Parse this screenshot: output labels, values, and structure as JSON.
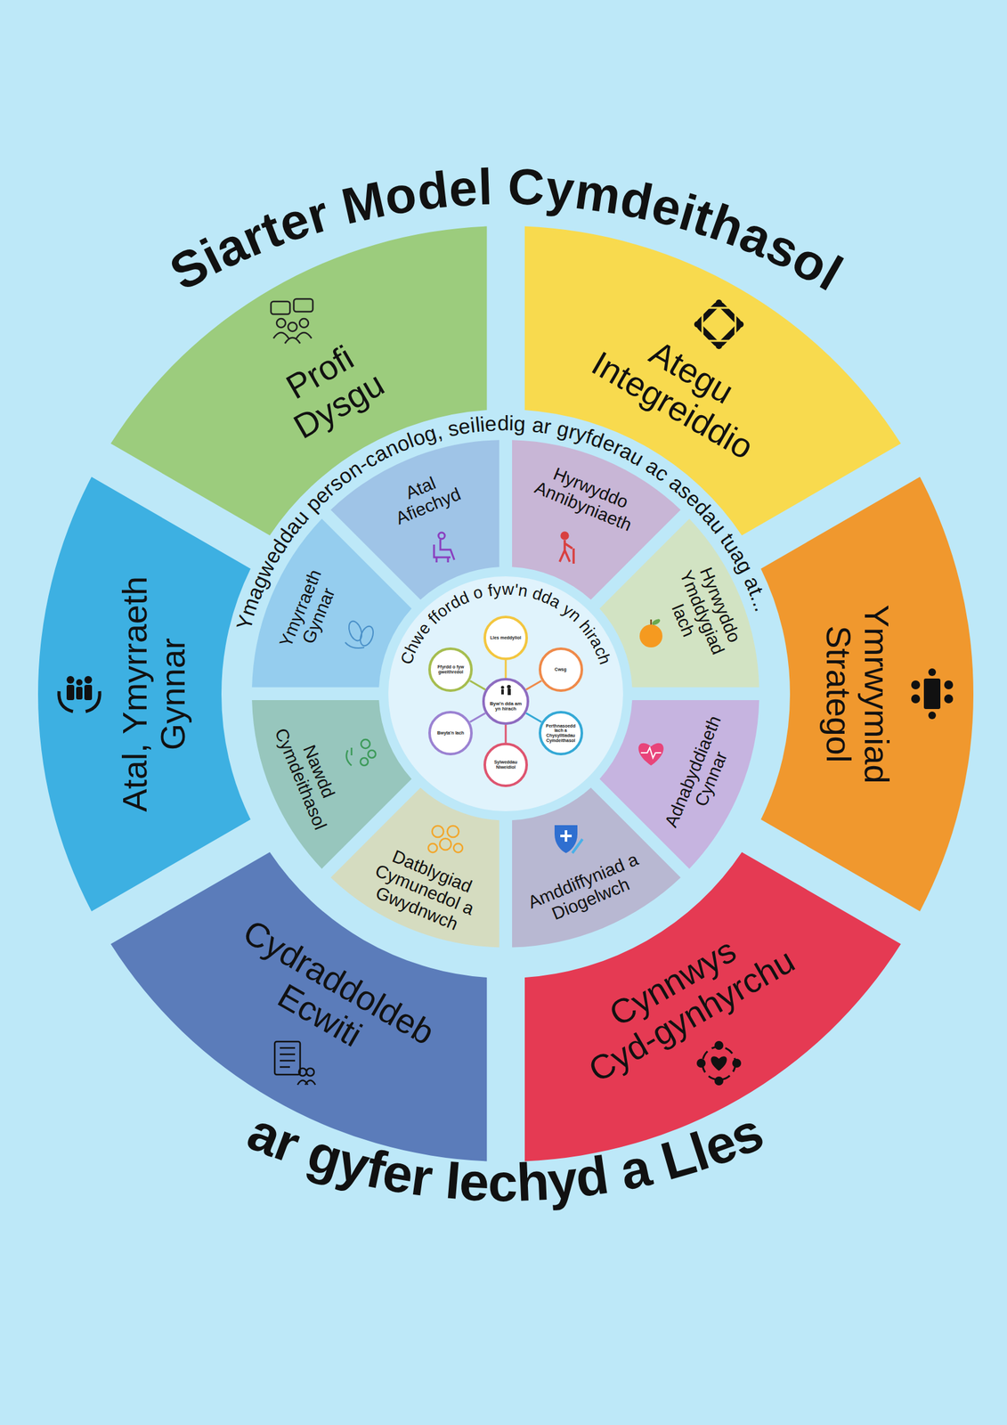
{
  "diagram": {
    "title": "Siarter Model Cymdeithasol",
    "caption": "ar gyfer Iechyd a Lles",
    "nodes": [
      {
        "text": [
          "Profi Dysgu"
        ]
      },
      {
        "text": [
          "Ategu Integreiddio"
        ]
      },
      {
        "text": [
          "Ymrwymiad Strategol"
        ]
      },
      {
        "text": [
          "Cynnwys Cyd-gynhyrchu"
        ]
      },
      {
        "text": [
          "Cydraddoldeb Ecwiti"
        ]
      },
      {
        "text": [
          "Atal, Ymyrraeth Gynnar"
        ]
      },
      {
        "text": [
          "Atal Afiechyd"
        ]
      },
      {
        "text": [
          "Hyrwyddo Annibyniaeth"
        ]
      },
      {
        "text": [
          "Hyrwyddo Ymddygiad Iach"
        ]
      },
      {
        "text": [
          "Adnabyddiaeth Cynnar"
        ]
      },
      {
        "text": [
          "Amddiffyniad a Diogelwch"
        ]
      },
      {
        "text": [
          "Datblygiad Cymunedol a Gwydnwch"
        ]
      },
      {
        "text": [
          "Nawdd Cymdeithasol"
        ]
      },
      {
        "text": [
          "Ymyrraeth Gynnar"
        ]
      },
      {
        "text": [
          "Chwe ffordd o fyw'n dda yn hirach"
        ]
      },
      {
        "text": [
          "Byw'n dda am yn hirach"
        ],
        "in": 14
      },
      {
        "text": [
          "Lles meddyliol"
        ],
        "in": 14
      },
      {
        "text": [
          "Cwsg"
        ],
        "in": 14
      },
      {
        "text": [
          "Perthnasoedd Iach a Chysylltiadau Cymdeithasol"
        ],
        "in": 14
      },
      {
        "text": [
          "Sylweddau Niweidiol"
        ],
        "in": 14
      },
      {
        "text": [
          "Bwyta'n Iach"
        ],
        "in": 14
      },
      {
        "text": [
          "Ffyrdd o fyw gweithredol"
        ],
        "in": 14
      }
    ],
    "edges": [
      {
        "from": 15,
        "to": 16,
        "arrow": "none"
      },
      {
        "from": 15,
        "to": 17,
        "arrow": "none"
      },
      {
        "from": 15,
        "to": 18,
        "arrow": "none"
      },
      {
        "from": 15,
        "to": 19,
        "arrow": "none"
      },
      {
        "from": 15,
        "to": 20,
        "arrow": "none"
      },
      {
        "from": 15,
        "to": 21,
        "arrow": "none"
      }
    ],
    "labels": [
      "Ymagweddau person-canolog, seiliedig ar gryfderau ac asedau tuag at..."
    ]
  }
}
